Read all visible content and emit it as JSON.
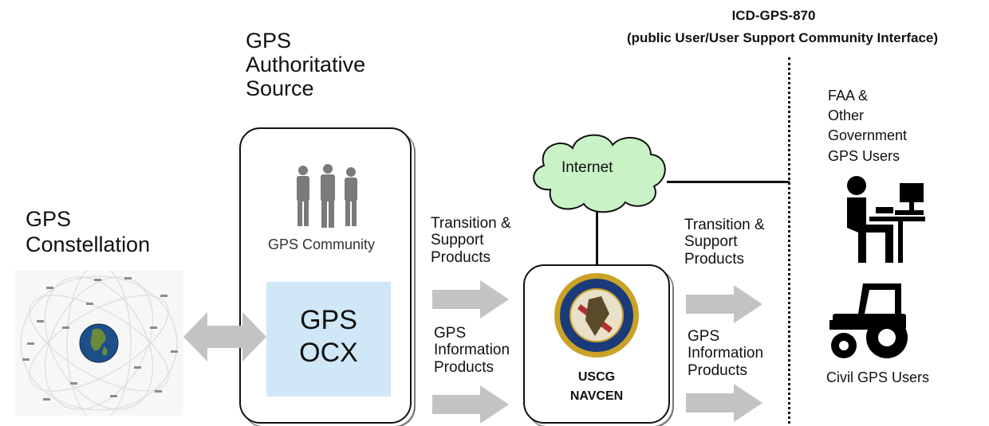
{
  "interface": {
    "title": "ICD-GPS-870",
    "subtitle": "(public User/User Support Community Interface)"
  },
  "authoritative": {
    "lines": [
      "GPS",
      "Authoritative",
      "Source"
    ],
    "community_label": "GPS Community",
    "ocx_lines": [
      "GPS",
      "OCX"
    ]
  },
  "constellation": {
    "lines": [
      "GPS",
      "Constellation"
    ]
  },
  "internet": {
    "label": "Internet"
  },
  "navcen": {
    "lines": [
      "USCG",
      "NAVCEN"
    ]
  },
  "flows_left": {
    "transition": [
      "Transition &",
      "Support",
      "Products"
    ],
    "information": [
      "GPS",
      "Information",
      "Products"
    ]
  },
  "flows_right": {
    "transition": [
      "Transition &",
      "Support",
      "Products"
    ],
    "information": [
      "GPS",
      "Information",
      "Products"
    ]
  },
  "users": {
    "government": [
      "FAA &",
      "Other",
      "Government",
      "GPS Users"
    ],
    "civil": "Civil GPS Users"
  },
  "colors": {
    "ocx_fill": "#cfe7f6",
    "internet_fill": "#c9f2c6",
    "arrow_fill": "#c3c3c3",
    "icon_fill": "#000000",
    "people_fill": "#7a7a7a"
  },
  "icons": {
    "people": "people-group-icon",
    "seal": "uscg-seal-icon",
    "constellation": "satellite-constellation-icon",
    "computer_user": "computer-user-icon",
    "tractor": "tractor-icon"
  }
}
